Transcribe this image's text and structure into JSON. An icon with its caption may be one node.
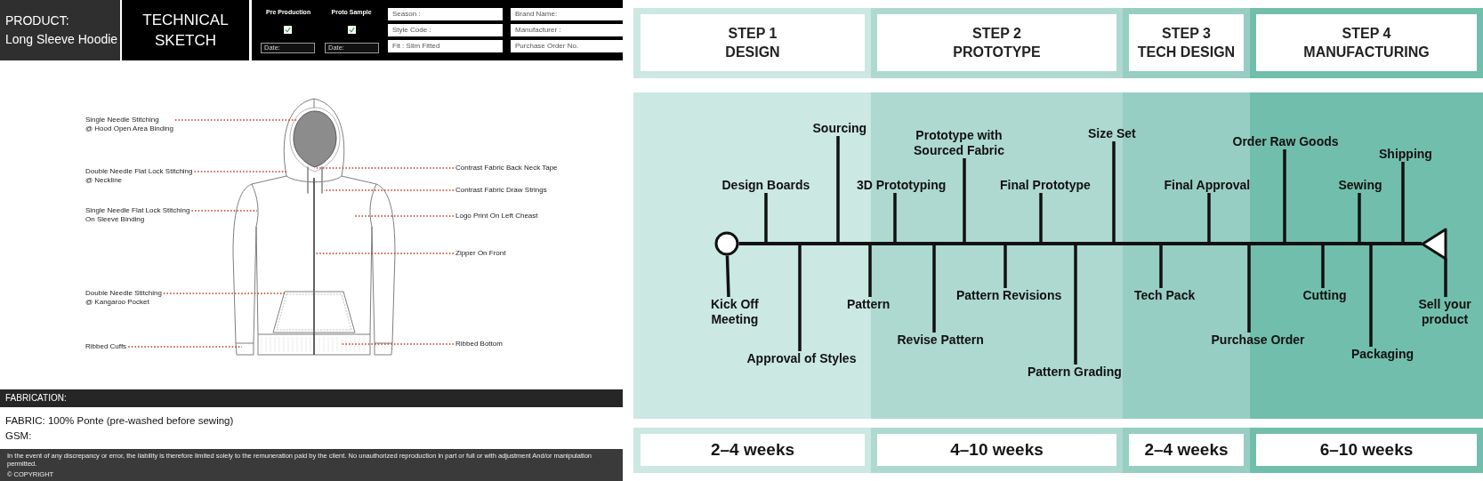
{
  "diagram": {
    "nodes": [
      {
        "text": [
          "PRODUCT:",
          "Long Sleeve Hoodie"
        ]
      },
      {
        "text": [
          "TECHNICAL SKETCH"
        ]
      },
      {
        "text": [
          "Date:"
        ]
      },
      {
        "text": [
          "Date:"
        ]
      },
      {
        "text": [
          "Season :"
        ]
      },
      {
        "text": [
          "Brand Name:"
        ]
      },
      {
        "text": [
          "Style Code :"
        ]
      },
      {
        "text": [
          "Manufacturer :"
        ]
      },
      {
        "text": [
          "Fit : Slim Fitted"
        ]
      },
      {
        "text": [
          "Purchase Order No."
        ]
      },
      {
        "text": [
          "Single Needle Stitching @ Hood Open Area Binding"
        ]
      },
      {
        "text": [
          "Double Needle Flat Lock Stitching @ Neckline"
        ]
      },
      {
        "text": [
          "Single Needle Flat Lock Stitching On Sleeve Binding"
        ]
      },
      {
        "text": [
          "Double Needle Stitching @ Kangaroo Pocket"
        ]
      },
      {
        "text": [
          "Ribbed Cuffs"
        ]
      },
      {
        "text": [
          "Contrast Fabric Back Neck Tape"
        ]
      },
      {
        "text": [
          "Contrast Fabric Draw Strings"
        ]
      },
      {
        "text": [
          "Logo Print On Left Cheast"
        ]
      },
      {
        "text": [
          "Zipper On Front"
        ]
      },
      {
        "text": [
          "Ribbed Bottom"
        ]
      },
      {
        "text": [
          "FABRICATION:"
        ]
      },
      {
        "text": [
          "STEP 1",
          "DESIGN"
        ]
      },
      {
        "text": [
          "STEP 2",
          "PROTOTYPE"
        ]
      },
      {
        "text": [
          "STEP 3",
          "TECH DESIGN"
        ]
      },
      {
        "text": [
          "STEP 4",
          "MANUFACTURING"
        ]
      },
      {
        "text": [],
        "shape": "circle"
      },
      {
        "text": [
          "Kick Off Meeting"
        ]
      },
      {
        "text": [
          "Design Boards"
        ]
      },
      {
        "text": [
          "Approval of Styles"
        ]
      },
      {
        "text": [
          "Sourcing"
        ]
      },
      {
        "text": [
          "Pattern"
        ]
      },
      {
        "text": [
          "3D Prototyping"
        ]
      },
      {
        "text": [
          "Revise Pattern"
        ]
      },
      {
        "text": [
          "Prototype with Sourced Fabric"
        ]
      },
      {
        "text": [
          "Pattern Revisions"
        ]
      },
      {
        "text": [
          "Final Prototype"
        ]
      },
      {
        "text": [
          "Pattern Grading"
        ]
      },
      {
        "text": [
          "Size Set"
        ]
      },
      {
        "text": [
          "Tech Pack"
        ]
      },
      {
        "text": [
          "Final Approval"
        ]
      },
      {
        "text": [
          "Purchase Order"
        ]
      },
      {
        "text": [
          "Order Raw Goods"
        ]
      },
      {
        "text": [
          "Cutting"
        ]
      },
      {
        "text": [
          "Sewing"
        ]
      },
      {
        "text": [
          "Packaging"
        ]
      },
      {
        "text": [
          "Shipping"
        ]
      },
      {
        "text": [],
        "shape": "triangle"
      },
      {
        "text": [
          "Sell your product"
        ]
      },
      {
        "text": [
          "2–4 weeks"
        ]
      },
      {
        "text": [
          "4–10 weeks"
        ]
      },
      {
        "text": [
          "2–4 weeks"
        ]
      },
      {
        "text": [
          "6–10 weeks"
        ]
      }
    ],
    "edges": [
      {
        "from": 10,
        "to": null,
        "arrow": "none",
        "style": "dashed",
        "color": "#c0392b"
      },
      {
        "from": 11,
        "to": null,
        "arrow": "none",
        "style": "dashed",
        "color": "#c0392b"
      },
      {
        "from": 12,
        "to": null,
        "arrow": "none",
        "style": "dashed",
        "color": "#c0392b"
      },
      {
        "from": 13,
        "to": null,
        "arrow": "none",
        "style": "dashed",
        "color": "#c0392b"
      },
      {
        "from": 14,
        "to": null,
        "arrow": "none",
        "style": "dashed",
        "color": "#c0392b"
      },
      {
        "from": 15,
        "to": null,
        "arrow": "none",
        "style": "dashed",
        "color": "#c0392b"
      },
      {
        "from": 16,
        "to": null,
        "arrow": "none",
        "style": "dashed",
        "color": "#c0392b"
      },
      {
        "from": 17,
        "to": null,
        "arrow": "none",
        "style": "dashed",
        "color": "#c0392b"
      },
      {
        "from": 18,
        "to": null,
        "arrow": "none",
        "style": "dashed",
        "color": "#c0392b"
      },
      {
        "from": 19,
        "to": null,
        "arrow": "none",
        "style": "dashed",
        "color": "#c0392b"
      },
      {
        "from": 25,
        "to": 46,
        "arrow": "none"
      },
      {
        "from": 26,
        "to": 25,
        "arrow": "none"
      },
      {
        "from": 27,
        "to": null,
        "arrow": "none"
      },
      {
        "from": 28,
        "to": null,
        "arrow": "none"
      },
      {
        "from": 29,
        "to": null,
        "arrow": "none"
      },
      {
        "from": 30,
        "to": null,
        "arrow": "none"
      },
      {
        "from": 31,
        "to": null,
        "arrow": "none"
      },
      {
        "from": 32,
        "to": null,
        "arrow": "none"
      },
      {
        "from": 33,
        "to": null,
        "arrow": "none"
      },
      {
        "from": 34,
        "to": null,
        "arrow": "none"
      },
      {
        "from": 35,
        "to": null,
        "arrow": "none"
      },
      {
        "from": 36,
        "to": null,
        "arrow": "none"
      },
      {
        "from": 37,
        "to": null,
        "arrow": "none"
      },
      {
        "from": 38,
        "to": null,
        "arrow": "none"
      },
      {
        "from": 39,
        "to": null,
        "arrow": "none"
      },
      {
        "from": 40,
        "to": null,
        "arrow": "none"
      },
      {
        "from": 41,
        "to": null,
        "arrow": "none"
      },
      {
        "from": 42,
        "to": null,
        "arrow": "none"
      },
      {
        "from": 43,
        "to": null,
        "arrow": "none"
      },
      {
        "from": 44,
        "to": null,
        "arrow": "none"
      },
      {
        "from": 45,
        "to": null,
        "arrow": "none"
      },
      {
        "from": 47,
        "to": 46,
        "arrow": "none"
      }
    ],
    "labels": [
      "Pre Production",
      "Proto Sample",
      "FABRIC: 100% Ponte (pre-washed before sewing)",
      "GSM:",
      "In the event of any discrepancy or error, the liability is therefore limited solely to the remuneration paid by the client. No unauthorized reproduction in part or full or with adjustment And/or manipulation permitted.",
      "© COPYRIGHT"
    ]
  }
}
